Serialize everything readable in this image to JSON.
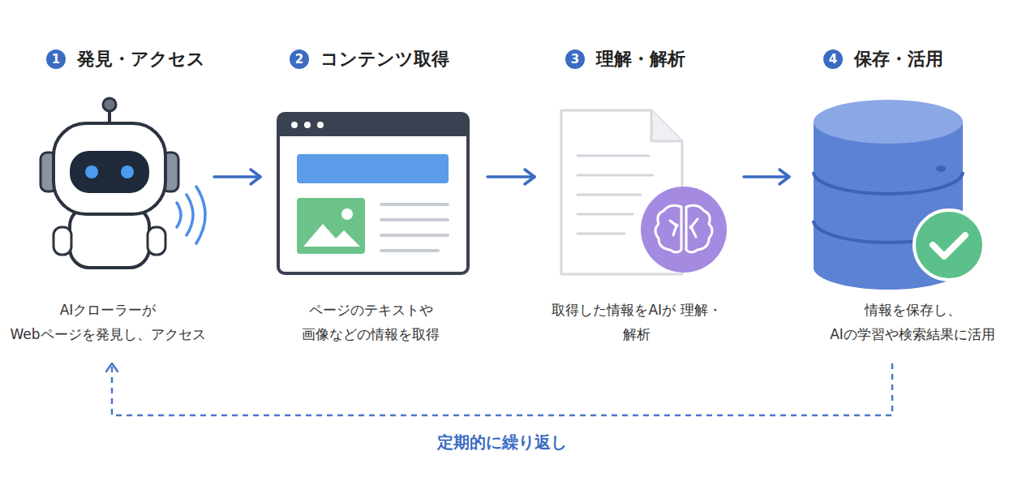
{
  "diagram": {
    "nodes": [
      {
        "text": [
          "発見・アクセス",
          "AIクローラーが Webページを発見し、アクセス"
        ]
      },
      {
        "text": [
          "1"
        ],
        "in": 0
      },
      {
        "text": [
          "コンテンツ取得",
          "ページのテキストや 画像などの情報を取得"
        ]
      },
      {
        "text": [
          "2"
        ],
        "in": 2
      },
      {
        "text": [
          "理解・解析",
          "取得した情報をAIが 理解・解析"
        ]
      },
      {
        "text": [
          "3"
        ],
        "in": 4
      },
      {
        "text": [
          "保存・活用",
          "情報を保存し、 AIの学習や検索結果に活用"
        ]
      },
      {
        "text": [
          "4"
        ],
        "in": 6
      }
    ],
    "edges": [
      {
        "from": 0,
        "to": 2,
        "arrow": "to"
      },
      {
        "from": 2,
        "to": 4,
        "arrow": "to"
      },
      {
        "from": 4,
        "to": 6,
        "arrow": "to"
      },
      {
        "from": 6,
        "to": 0,
        "arrow": "to",
        "label": "定期的に繰り返し"
      }
    ]
  }
}
